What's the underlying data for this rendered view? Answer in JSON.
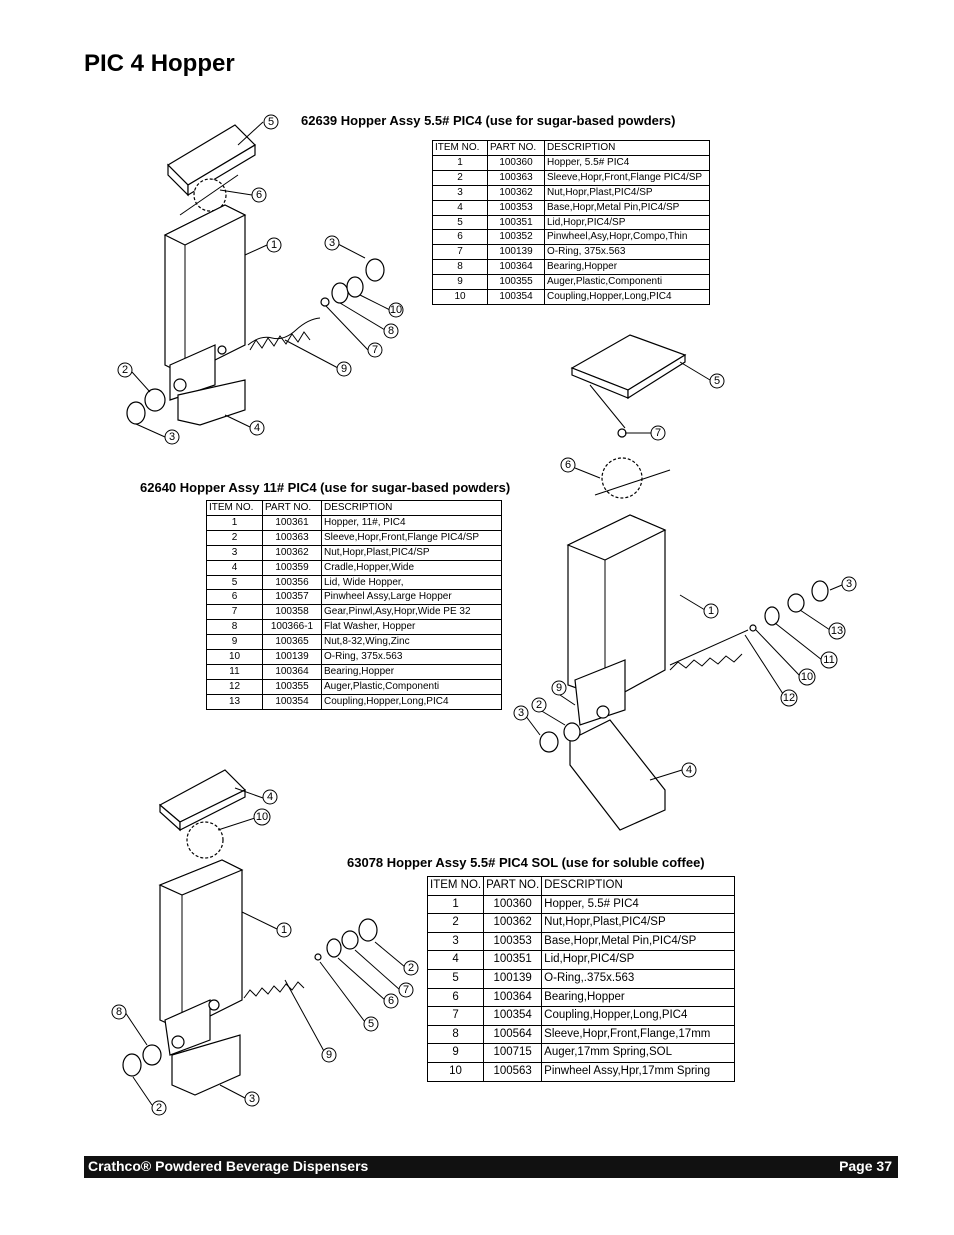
{
  "page": {
    "title": "PIC 4 Hopper"
  },
  "sections": [
    {
      "title": "62639 Hopper Assy 5.5# PIC4 (use for sugar-based powders)",
      "headers": [
        "ITEM NO.",
        "PART NO.",
        "DESCRIPTION"
      ],
      "rows": [
        [
          "1",
          "100360",
          "Hopper, 5.5# PIC4"
        ],
        [
          "2",
          "100363",
          "Sleeve,Hopr,Front,Flange PIC4/SP"
        ],
        [
          "3",
          "100362",
          "Nut,Hopr,Plast,PIC4/SP"
        ],
        [
          "4",
          "100353",
          "Base,Hopr,Metal Pin,PIC4/SP"
        ],
        [
          "5",
          "100351",
          "Lid,Hopr,PIC4/SP"
        ],
        [
          "6",
          "100352",
          "Pinwheel,Asy,Hopr,Compo,Thin"
        ],
        [
          "7",
          "100139",
          "O-Ring, 375x.563"
        ],
        [
          "8",
          "100364",
          "Bearing,Hopper"
        ],
        [
          "9",
          "100355",
          "Auger,Plastic,Componenti"
        ],
        [
          "10",
          "100354",
          "Coupling,Hopper,Long,PIC4"
        ]
      ],
      "callouts": [
        "5",
        "6",
        "1",
        "3",
        "10",
        "8",
        "7",
        "9",
        "2",
        "3",
        "4"
      ]
    },
    {
      "title": "62640 Hopper Assy 11# PIC4 (use for sugar-based powders)",
      "headers": [
        "ITEM NO.",
        "PART NO.",
        "DESCRIPTION"
      ],
      "rows": [
        [
          "1",
          "100361",
          "Hopper, 11#, PIC4"
        ],
        [
          "2",
          "100363",
          "Sleeve,Hopr,Front,Flange PIC4/SP"
        ],
        [
          "3",
          "100362",
          "Nut,Hopr,Plast,PIC4/SP"
        ],
        [
          "4",
          "100359",
          "Cradle,Hopper,Wide"
        ],
        [
          "5",
          "100356",
          "Lid, Wide Hopper,"
        ],
        [
          "6",
          "100357",
          "Pinwheel Assy,Large Hopper"
        ],
        [
          "7",
          "100358",
          "Gear,Pinwl,Asy,Hopr,Wide  PE 32"
        ],
        [
          "8",
          "100366-1",
          "Flat Washer, Hopper"
        ],
        [
          "9",
          "100365",
          "Nut,8-32,Wing,Zinc"
        ],
        [
          "10",
          "100139",
          "O-Ring, 375x.563"
        ],
        [
          "11",
          "100364",
          "Bearing,Hopper"
        ],
        [
          "12",
          "100355",
          "Auger,Plastic,Componenti"
        ],
        [
          "13",
          "100354",
          "Coupling,Hopper,Long,PIC4"
        ]
      ],
      "callouts": [
        "5",
        "7",
        "6",
        "3",
        "1",
        "13",
        "11",
        "10",
        "12",
        "9",
        "3",
        "2",
        "4"
      ]
    },
    {
      "title": "63078 Hopper Assy 5.5# PIC4 SOL (use for soluble coffee)",
      "headers": [
        "ITEM NO.",
        "PART NO.",
        "DESCRIPTION"
      ],
      "rows": [
        [
          "1",
          "100360",
          "Hopper, 5.5# PIC4"
        ],
        [
          "2",
          "100362",
          "Nut,Hopr,Plast,PIC4/SP"
        ],
        [
          "3",
          "100353",
          "Base,Hopr,Metal Pin,PIC4/SP"
        ],
        [
          "4",
          "100351",
          "Lid,Hopr,PIC4/SP"
        ],
        [
          "5",
          "100139",
          "O-Ring,.375x.563"
        ],
        [
          "6",
          "100364",
          "Bearing,Hopper"
        ],
        [
          "7",
          "100354",
          "Coupling,Hopper,Long,PIC4"
        ],
        [
          "8",
          "100564",
          "Sleeve,Hopr,Front,Flange,17mm"
        ],
        [
          "9",
          "100715",
          "Auger,17mm Spring,SOL"
        ],
        [
          "10",
          "100563",
          "Pinwheel Assy,Hpr,17mm Spring"
        ]
      ],
      "callouts": [
        "4",
        "10",
        "1",
        "2",
        "7",
        "6",
        "5",
        "9",
        "8",
        "2",
        "3"
      ]
    }
  ],
  "footer": {
    "left": "Crathco® Powdered Beverage Dispensers",
    "right": "Page 37"
  }
}
